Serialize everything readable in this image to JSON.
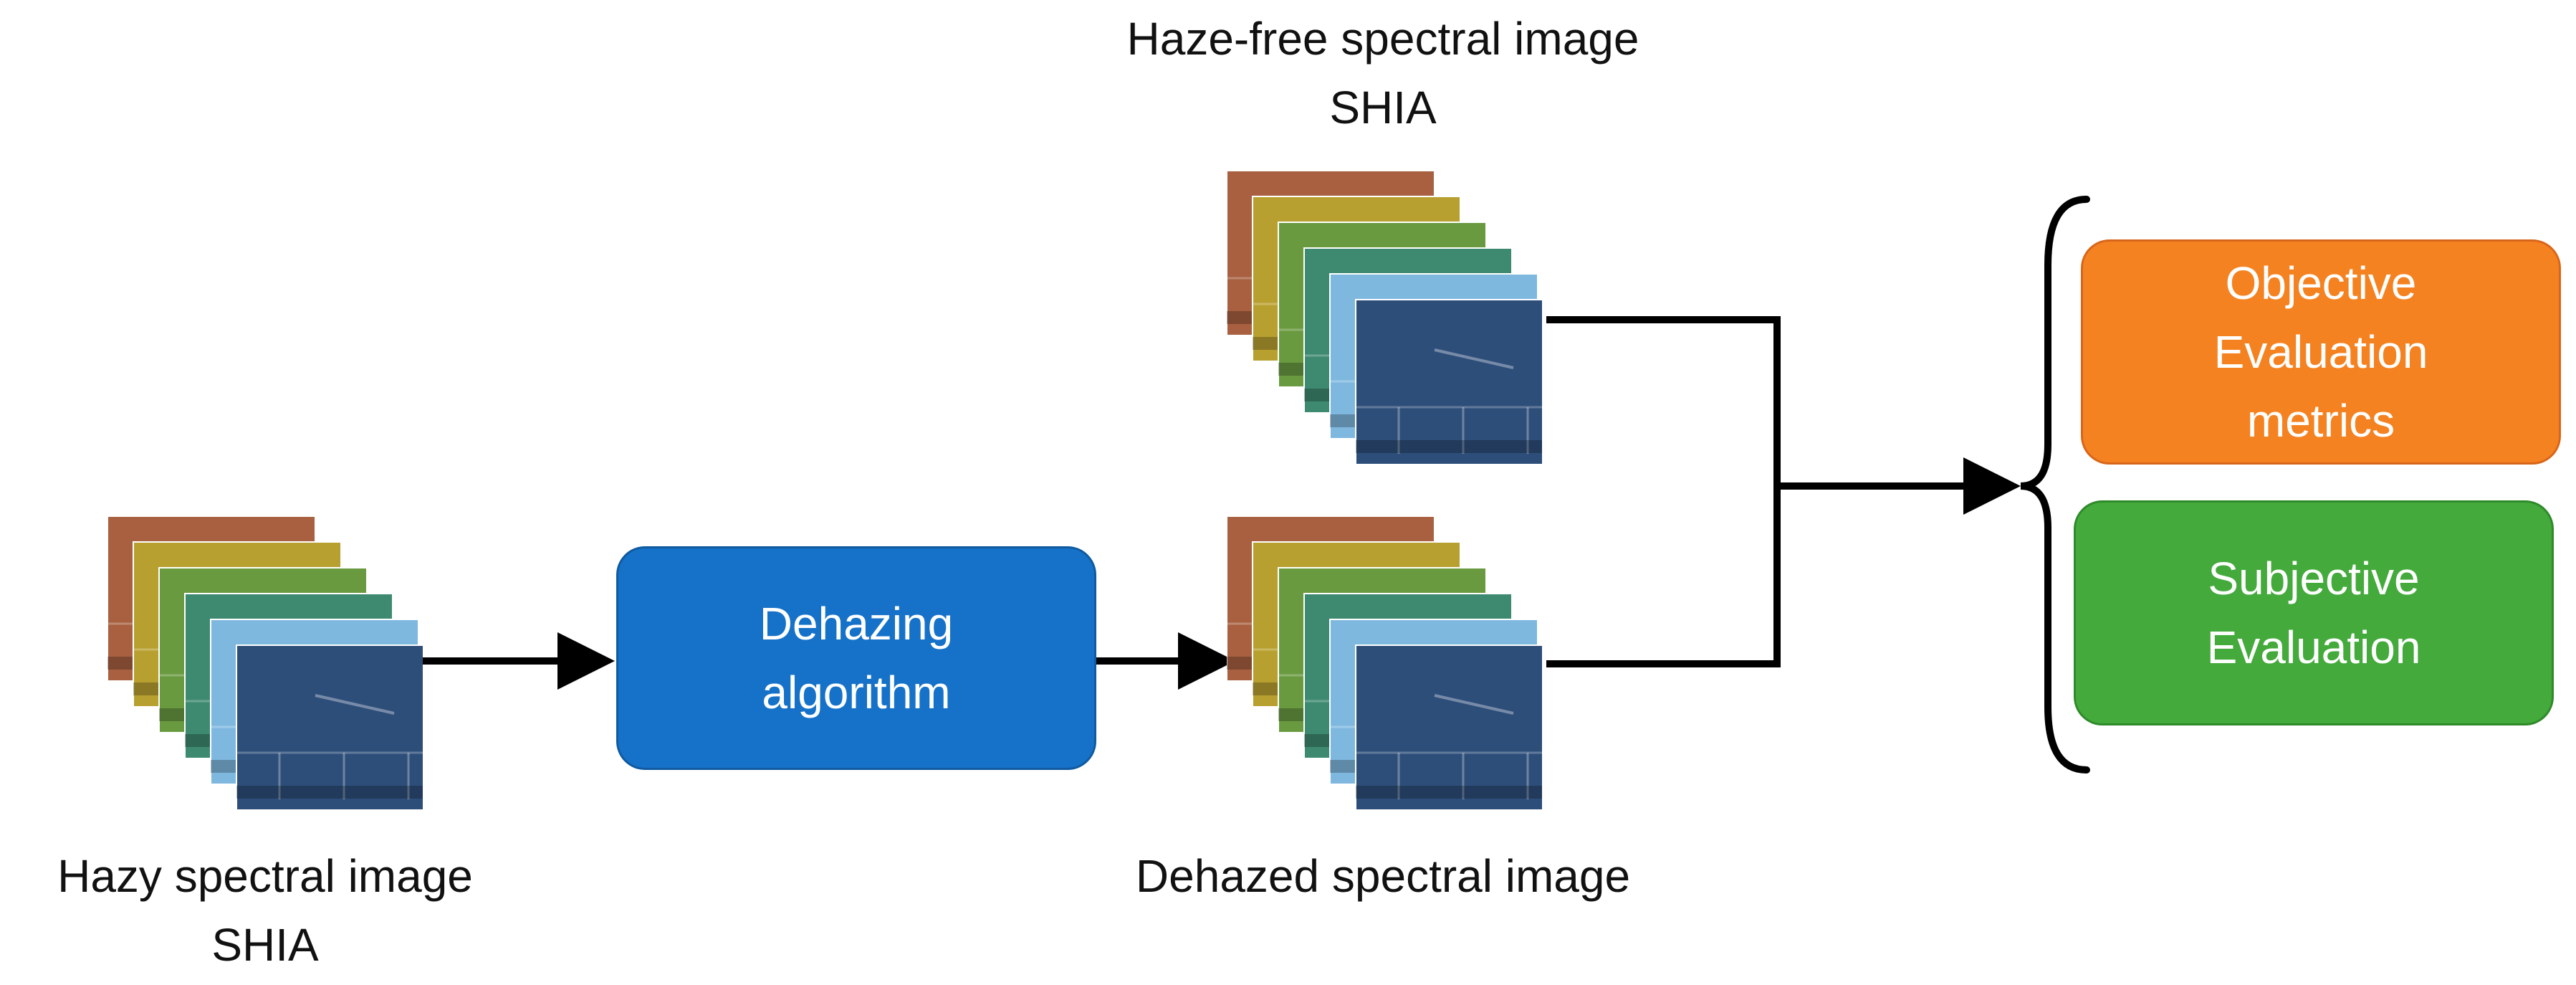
{
  "labels": {
    "haze_free": {
      "line1": "Haze-free spectral image",
      "line2": "SHIA"
    },
    "hazy": {
      "line1": "Hazy spectral image",
      "line2": "SHIA"
    },
    "dehazed": {
      "line1": "Dehazed spectral image"
    }
  },
  "process": {
    "line1": "Dehazing",
    "line2": "algorithm"
  },
  "outputs": {
    "objective": {
      "line1": "Objective",
      "line2": "Evaluation",
      "line3": "metrics"
    },
    "subjective": {
      "line1": "Subjective",
      "line2": "Evaluation"
    }
  },
  "colors": {
    "process_fill": "#1672c8",
    "objective_fill": "#f58220",
    "subjective_fill": "#44aa3c",
    "arrow": "#000000",
    "band_colors": [
      "#a86040",
      "#b8a030",
      "#6a9a40",
      "#3e8a70",
      "#7fb8df",
      "#2e4e7a"
    ]
  },
  "icons": {
    "spectral_stack": "spectral-image-stack-icon",
    "bracket": "curly-brace-icon"
  }
}
